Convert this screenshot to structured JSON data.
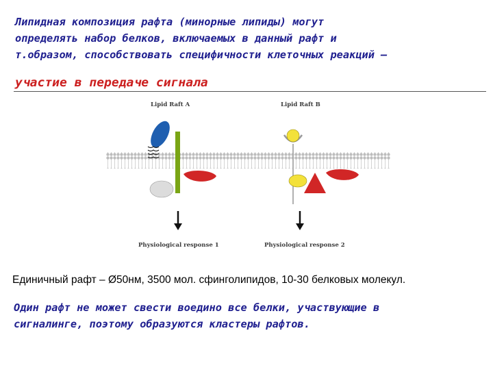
{
  "slide": {
    "intro_lines": "Липидная композиция рафта (минорные липиды) могут\nопределять набор белков, включаемых в данный рафт и\nт.образом, способствовать специфичности клеточных реакций –",
    "subheading": "участие в передаче сигнала",
    "caption": "Единичный рафт – Ø50нм, 3500 мол. сфинголипидов, 10-30 белковых молекул.",
    "conclusion": "Один рафт не может свести воедино все белки, участвующие в\nсигналинге, поэтому образуются кластеры рафтов."
  },
  "figure": {
    "raft_a_label": "Lipid Raft A",
    "raft_b_label": "Lipid Raft B",
    "response_1_label": "Physiological response 1",
    "response_2_label": "Physiological response 2",
    "colors": {
      "blue_protein": "#1f5fb0",
      "green_receptor": "#7aa515",
      "red_protein": "#d12626",
      "yellow_ligand": "#f3e13a",
      "grey_protein": "#dcdcdc",
      "membrane_head": "#bdbdbd"
    }
  }
}
